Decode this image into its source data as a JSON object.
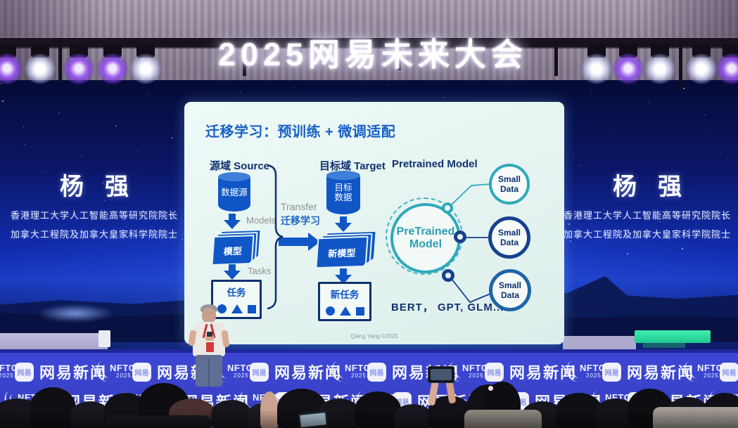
{
  "banner": {
    "title": "2025网易未来大会"
  },
  "speaker_panel": {
    "name": "杨强",
    "title_line1": "香港理工大学人工智能高等研究院院长",
    "title_line2": "加拿大工程院及加拿大皇家科学院院士"
  },
  "slide": {
    "title": "迁移学习：预训练 + 微调适配",
    "source": {
      "header": "源域 Source",
      "cylinder": "数据源",
      "models_label": "Models",
      "model": "模型",
      "tasks_label": "Tasks",
      "task": "任务",
      "task_shapes": [
        "circle",
        "triangle",
        "square"
      ]
    },
    "transfer": {
      "en": "Transfer",
      "zh": "迁移学习"
    },
    "target": {
      "header": "目标域 Target",
      "cylinder_line1": "目标",
      "cylinder_line2": "数据",
      "model": "新模型",
      "task": "新任务",
      "task_shapes": [
        "circle",
        "triangle",
        "square"
      ]
    },
    "pretrained": {
      "header": "Pretrained Model",
      "circle_line1": "PreTrained",
      "circle_line2": "Model",
      "small_data": [
        "Small Data",
        "Small Data",
        "Small Data"
      ],
      "models_list": "BERT， GPT, GLM..."
    },
    "footer": "Qiang Yang ©2025"
  },
  "stage_wall": {
    "nftc": {
      "name": "NFTC°",
      "year": "2025"
    },
    "news": {
      "icon": "网易",
      "label": "网易新闻"
    }
  },
  "colors": {
    "backdrop_blue": "#3a43cb",
    "screen_navy": "#0a1666",
    "slide_bg": "#e8f5f2",
    "diagram_blue": "#1056c6",
    "title_blue": "#1761c4",
    "navy_text": "#10316e",
    "teal": "#2fa9bb",
    "teal_strip": "#2be0a0",
    "lavender_strip": "#b7b2d6",
    "purple_light": "#8a46f0"
  }
}
